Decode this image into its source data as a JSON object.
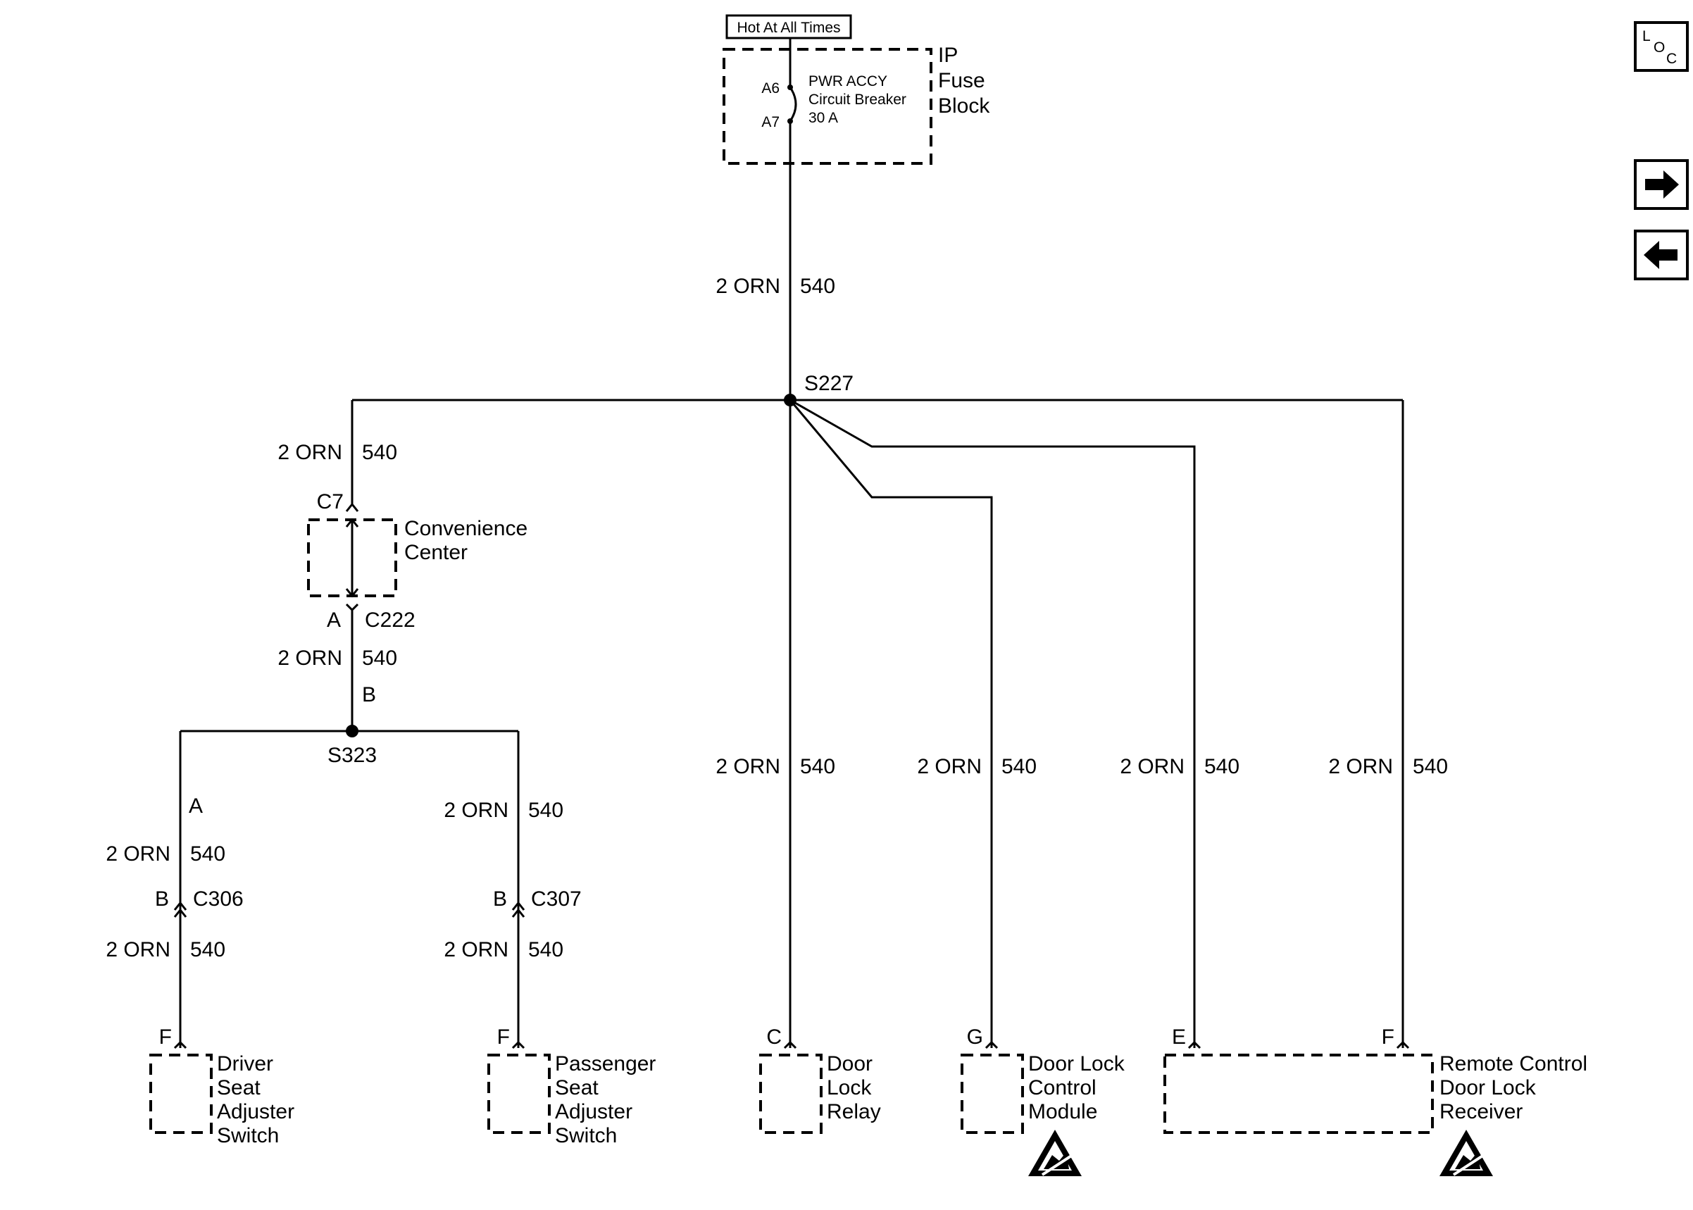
{
  "power": {
    "hot_label": "Hot At All Times",
    "fuse_block": [
      "IP",
      "Fuse",
      "Block"
    ],
    "breaker_lines": [
      "PWR ACCY",
      "Circuit Breaker",
      "30 A"
    ],
    "pin_top": "A6",
    "pin_bottom": "A7"
  },
  "wire": {
    "gauge": "2 ORN",
    "circuit": "540"
  },
  "splices": {
    "main": "S227",
    "seat": "S323"
  },
  "convenience": {
    "name": [
      "Convenience",
      "Center"
    ],
    "conn_top": "C7",
    "pin_bottom": "A",
    "conn_bottom": "C222",
    "pin_b": "B"
  },
  "driver": {
    "pin_a": "A",
    "pin_b": "B",
    "conn": "C306",
    "pin_f": "F",
    "name": [
      "Driver",
      "Seat",
      "Adjuster",
      "Switch"
    ]
  },
  "passenger": {
    "pin_b": "B",
    "conn": "C307",
    "pin_f": "F",
    "name": [
      "Passenger",
      "Seat",
      "Adjuster",
      "Switch"
    ]
  },
  "relay": {
    "pin": "C",
    "name": [
      "Door",
      "Lock",
      "Relay"
    ]
  },
  "module": {
    "pin": "G",
    "name": [
      "Door Lock",
      "Control",
      "Module"
    ]
  },
  "receiver": {
    "pin_e": "E",
    "pin_f": "F",
    "name": [
      "Remote Control",
      "Door Lock",
      "Receiver"
    ]
  },
  "nav": {
    "loc": [
      "L",
      "O",
      "C"
    ],
    "icons": [
      "loc-icon",
      "arrow-right-icon",
      "arrow-left-icon"
    ]
  }
}
